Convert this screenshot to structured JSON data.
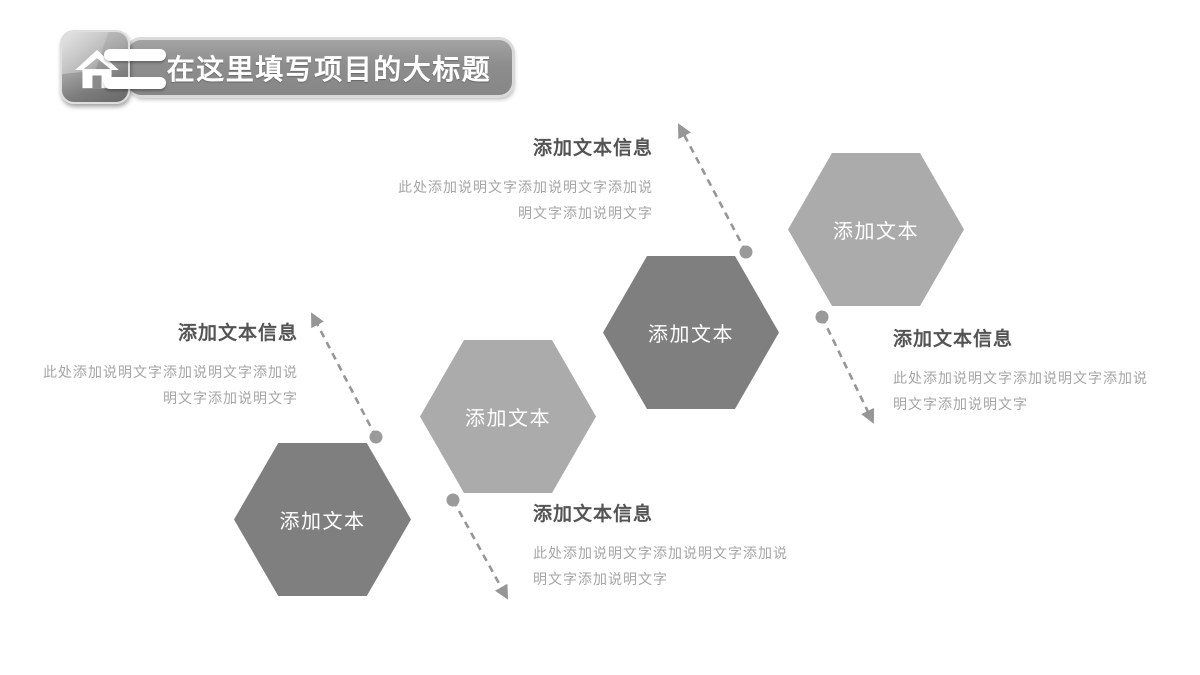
{
  "title_bar": {
    "title": "在这里填写项目的大标题",
    "icon": "home-icon"
  },
  "colors": {
    "hex_dark": "#7f7f7f",
    "hex_light": "#ababab",
    "hex_label": "#ffffff",
    "heading_text": "#545454",
    "body_text": "#a5a5a5",
    "connector": "#969696",
    "title_plate_bg": "#8d8d8d",
    "title_text": "#ffffff"
  },
  "hexagons": [
    {
      "label": "添加文本",
      "tone": "dark"
    },
    {
      "label": "添加文本",
      "tone": "light"
    },
    {
      "label": "添加文本",
      "tone": "dark"
    },
    {
      "label": "添加文本",
      "tone": "light"
    }
  ],
  "text_blocks": [
    {
      "heading": "添加文本信息",
      "body1": "此处添加说明文字添加说明文字添加说",
      "body2": "明文字添加说明文字",
      "align": "right"
    },
    {
      "heading": "添加文本信息",
      "body1": "此处添加说明文字添加说明文字添加说",
      "body2": "明文字添加说明文字",
      "align": "right"
    },
    {
      "heading": "添加文本信息",
      "body1": "此处添加说明文字添加说明文字添加说",
      "body2": "明文字添加说明文字",
      "align": "left"
    },
    {
      "heading": "添加文本信息",
      "body1": "此处添加说明文字添加说明文字添加说",
      "body2": "明文字添加说明文字",
      "align": "left"
    }
  ]
}
